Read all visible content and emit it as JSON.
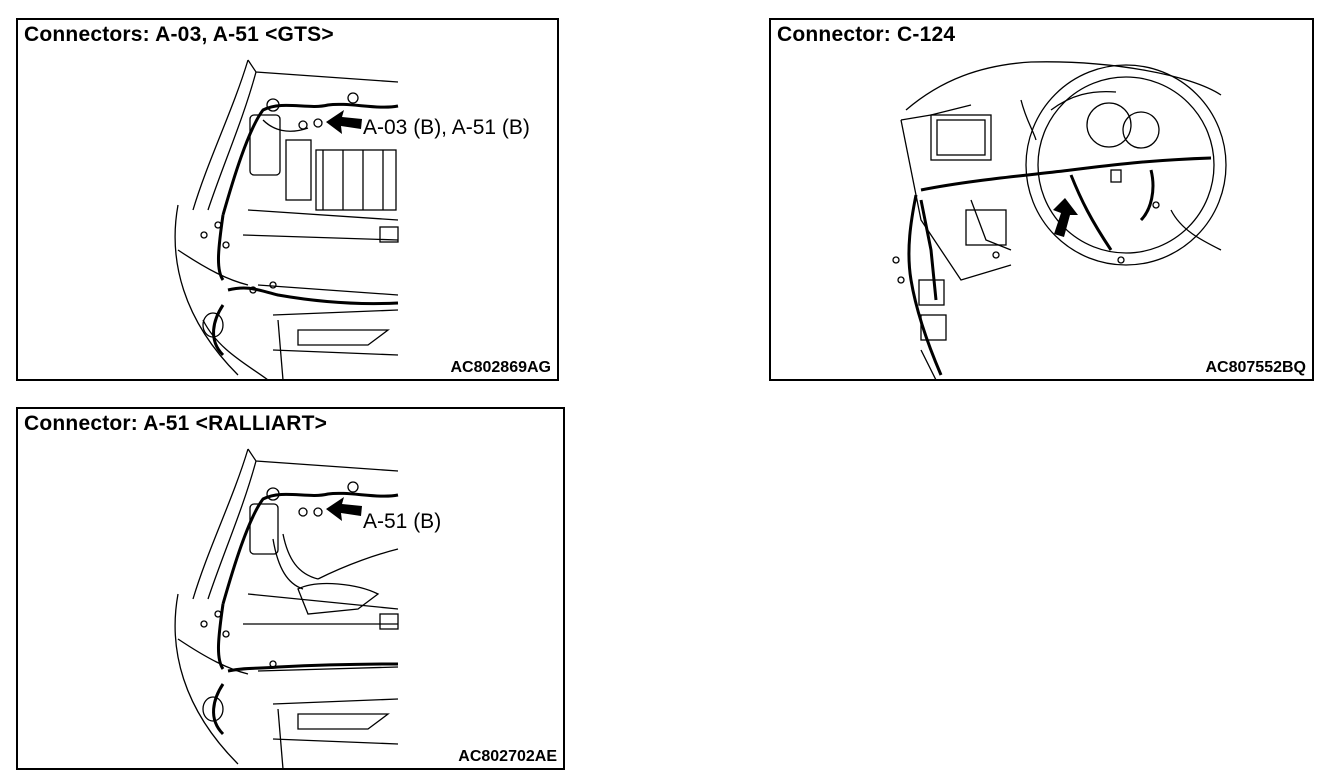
{
  "panels": [
    {
      "title": "Connectors: A-03, A-51 <GTS>",
      "callout": "A-03 (B), A-51 (B)",
      "code": "AC802869AG"
    },
    {
      "title": "Connector: C-124",
      "code": "AC807552BQ"
    },
    {
      "title": "Connector: A-51 <RALLIART>",
      "callout": "A-51 (B)",
      "code": "AC802702AE"
    }
  ],
  "icons": [
    "pointer-arrow-icon",
    "pointer-arrow-icon",
    "pointer-arrow-icon"
  ]
}
